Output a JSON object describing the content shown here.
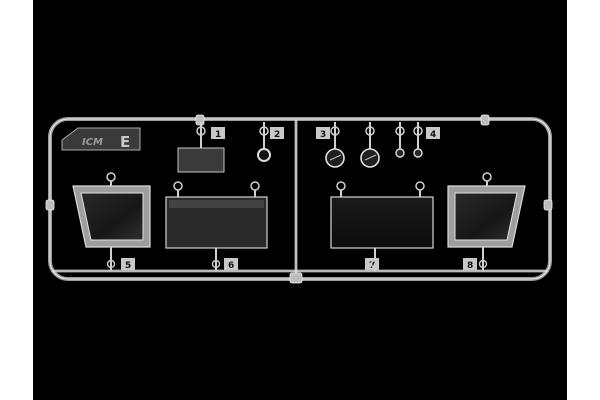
{
  "photo": {
    "subject": "clear plastic model-kit sprue",
    "colors": {
      "backdrop": "#000000",
      "margin": "#ffffff",
      "plastic": "#d9d9d9",
      "plastic_dark": "#8f8f8f",
      "window_glass": "#202020"
    }
  },
  "sprue": {
    "brand_mark": "ICM",
    "sprue_letter": "E",
    "part_labels": {
      "p1": "1",
      "p2": "2",
      "p3": "3",
      "p4": "4",
      "p5": "5",
      "p6": "6",
      "p7": "7",
      "p8": "8"
    }
  }
}
